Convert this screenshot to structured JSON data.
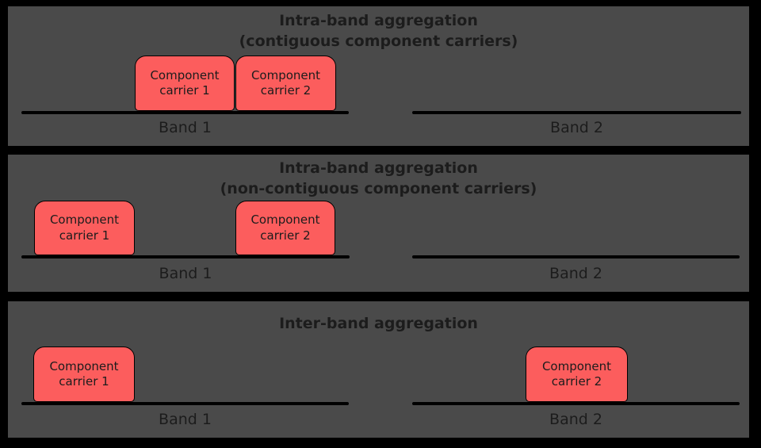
{
  "colors": {
    "page_bg": "#000000",
    "panel_bg": "#4a4a4a",
    "carrier_fill": "#fc5d5d",
    "text_dark": "#1c1c1c",
    "line_black": "#000000"
  },
  "panels": [
    {
      "id": "intra-band-contiguous",
      "title": "Intra-band aggregation\n(contiguous component carriers)",
      "carriers": [
        {
          "label": "Component\ncarrier 1"
        },
        {
          "label": "Component\ncarrier 2"
        }
      ],
      "bands": [
        {
          "label": "Band 1"
        },
        {
          "label": "Band 2"
        }
      ]
    },
    {
      "id": "intra-band-non-contiguous",
      "title": "Intra-band aggregation\n(non-contiguous component carriers)",
      "carriers": [
        {
          "label": "Component\ncarrier 1"
        },
        {
          "label": "Component\ncarrier 2"
        }
      ],
      "bands": [
        {
          "label": "Band 1"
        },
        {
          "label": "Band 2"
        }
      ]
    },
    {
      "id": "inter-band",
      "title": "Inter-band aggregation",
      "carriers": [
        {
          "label": "Component\ncarrier 1"
        },
        {
          "label": "Component\ncarrier 2"
        }
      ],
      "bands": [
        {
          "label": "Band 1"
        },
        {
          "label": "Band 2"
        }
      ]
    }
  ]
}
